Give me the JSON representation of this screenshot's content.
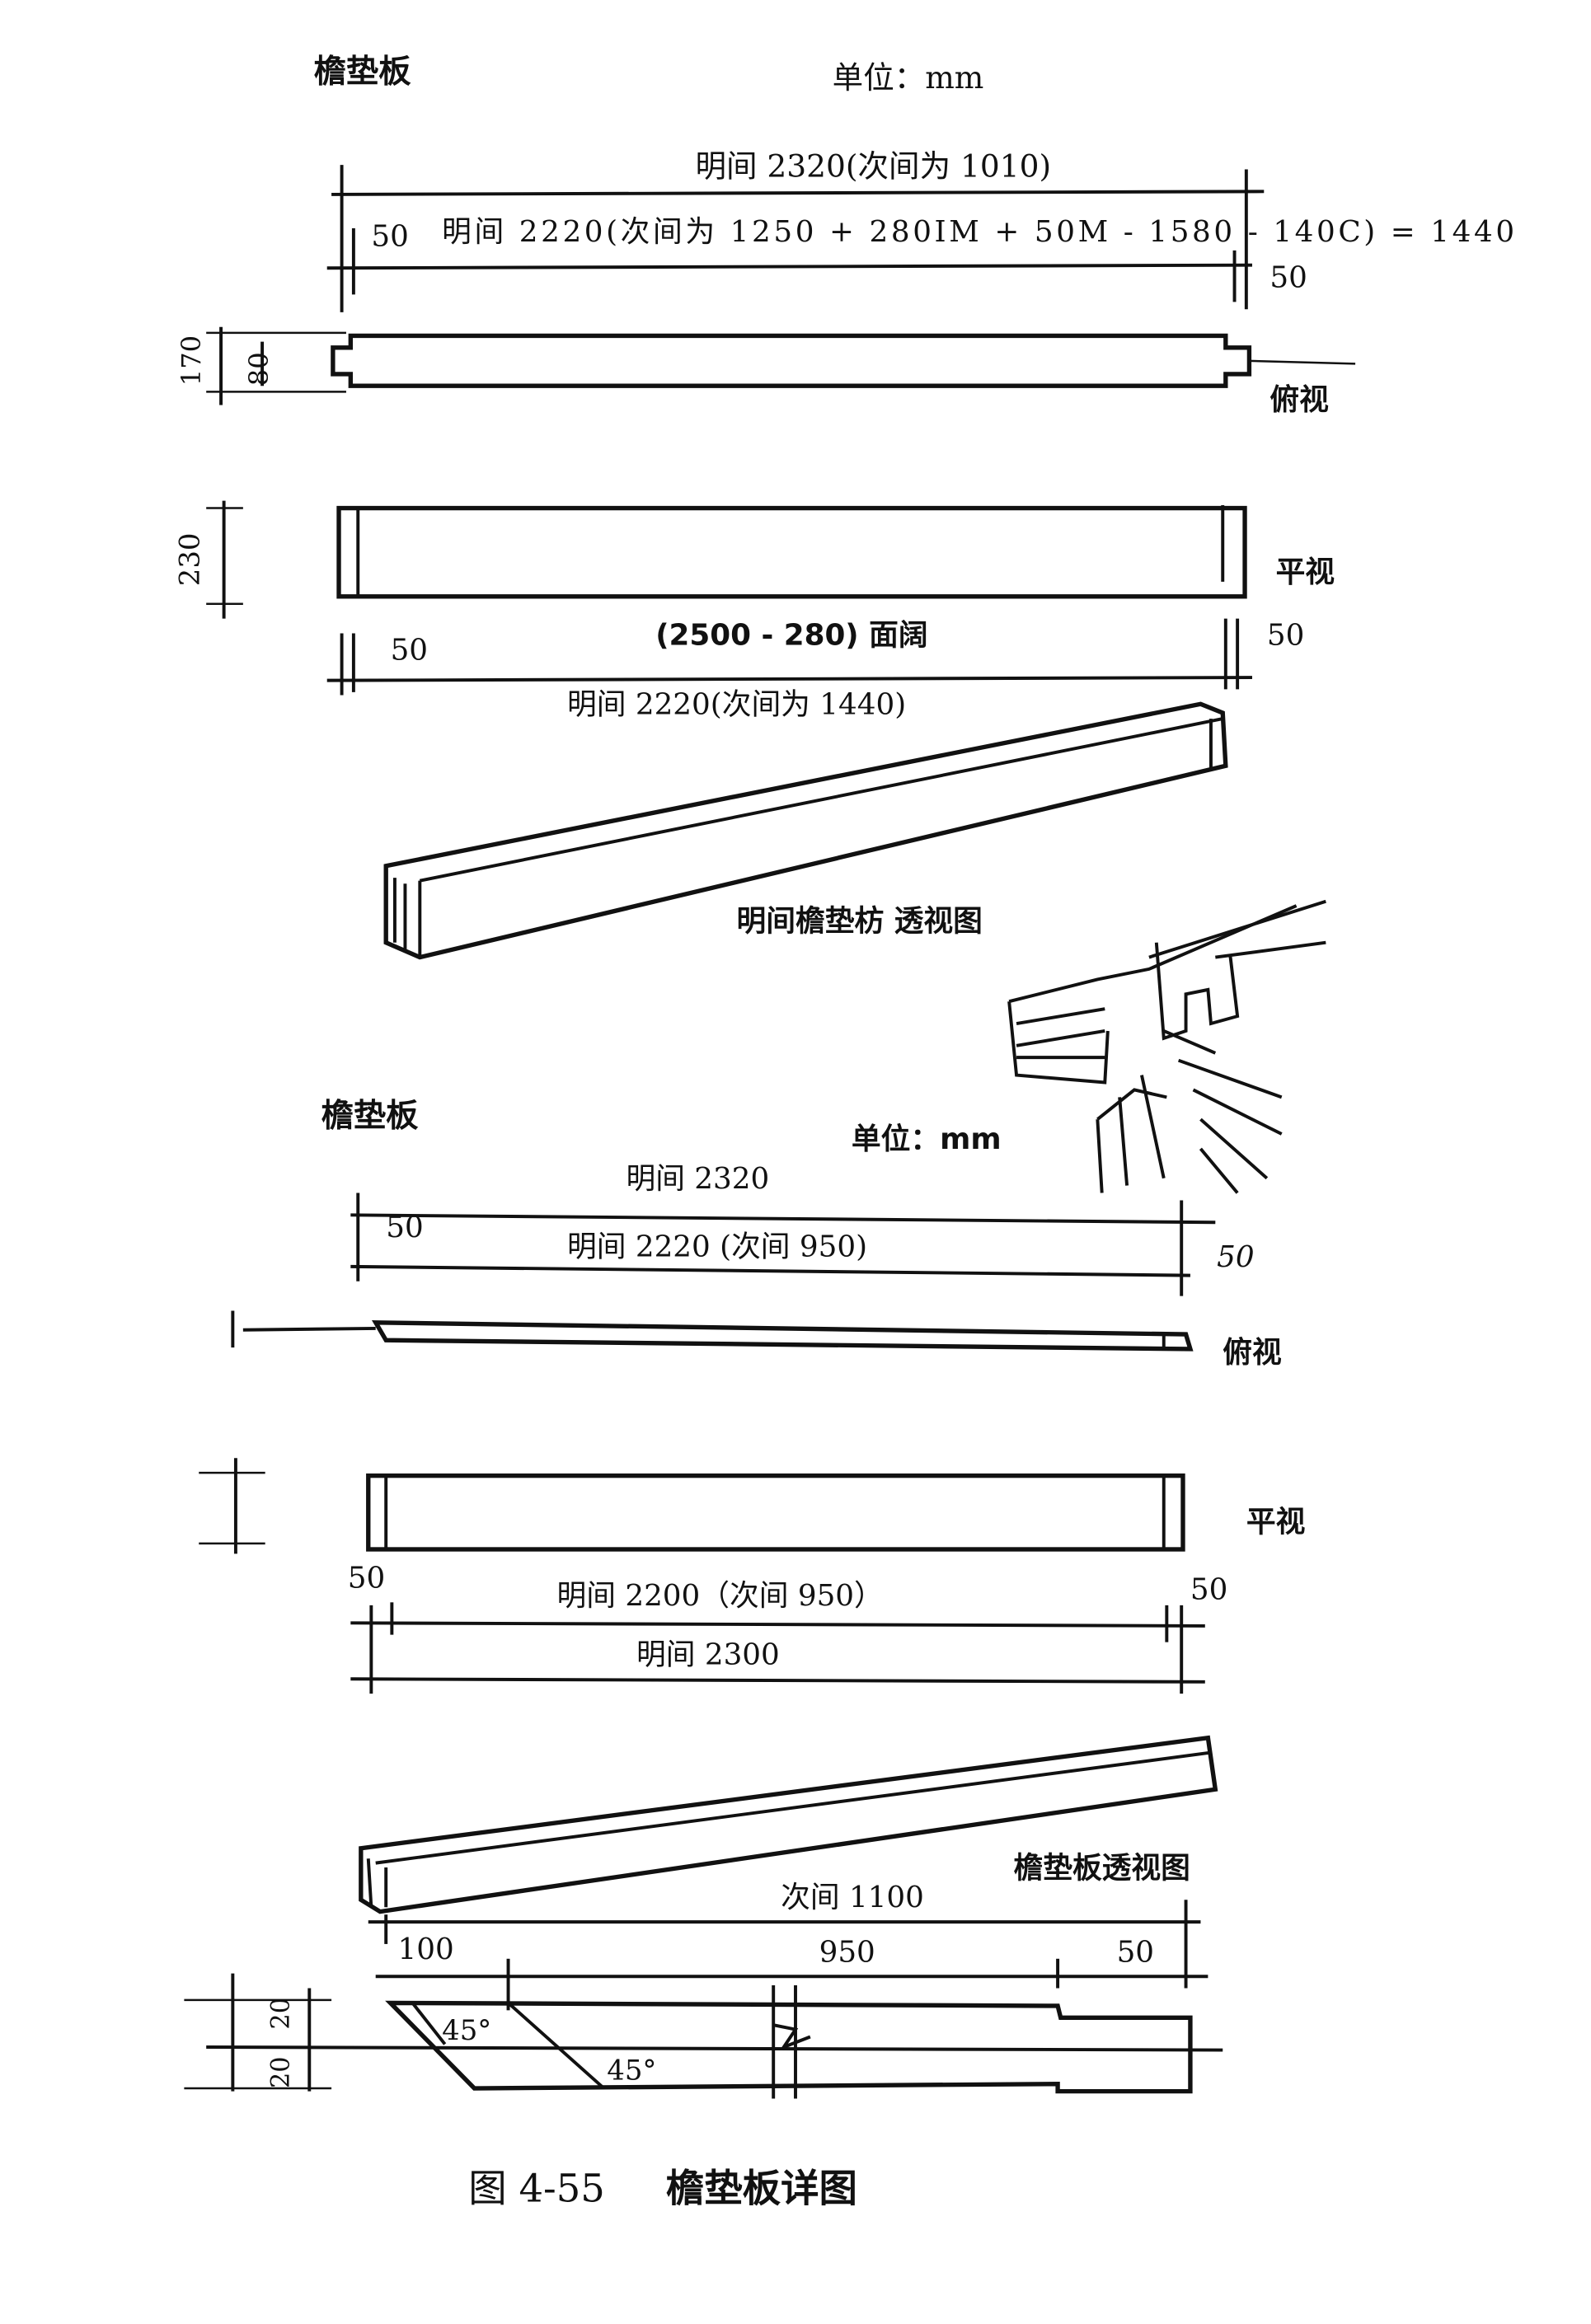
{
  "top": {
    "title": "檐垫板",
    "unit": "单位：mm",
    "dim_total": "明间 2320(次间为 1010)",
    "dim_left_50": "50",
    "dim_formula": "明间 2220(次间为 1250 + 280IM + 50M - 1580 - 140C) = 1440",
    "dim_right_50": "50",
    "dim_170": "170",
    "dim_80": "80",
    "plan_label": "俯视",
    "dim_230": "230",
    "elev_label": "平视",
    "dim_bottom_left_50": "50",
    "dim_face_width": "(2500 - 280) 面阔",
    "dim_bottom_right_50": "50",
    "dim_bottom_total": "明间 2220(次间为 1440)",
    "perspective_label": "明间檐垫枋 透视图"
  },
  "bottom": {
    "title": "檐垫板",
    "unit": "单位：mm",
    "dim_total": "明间 2320",
    "dim_left_50": "50",
    "dim_inner": "明间 2220 (次间 950)",
    "dim_right_50": "50",
    "plan_label": "俯视",
    "elev_label": "平视",
    "dim_elev_left_50": "50",
    "dim_elev_inner": "明间 2200（次间 950）",
    "dim_elev_right_50": "50",
    "dim_elev_total": "明间 2300",
    "perspective_label": "檐垫板透视图",
    "dim_side_bay": "次间 1100",
    "dim_100": "100",
    "dim_950": "950",
    "dim_50": "50",
    "angle_1": "45°",
    "angle_2": "45°",
    "dim_20_top": "20",
    "dim_20_bottom": "20"
  },
  "caption": {
    "figure_number": "图 4-55",
    "figure_title": "檐垫板详图"
  }
}
